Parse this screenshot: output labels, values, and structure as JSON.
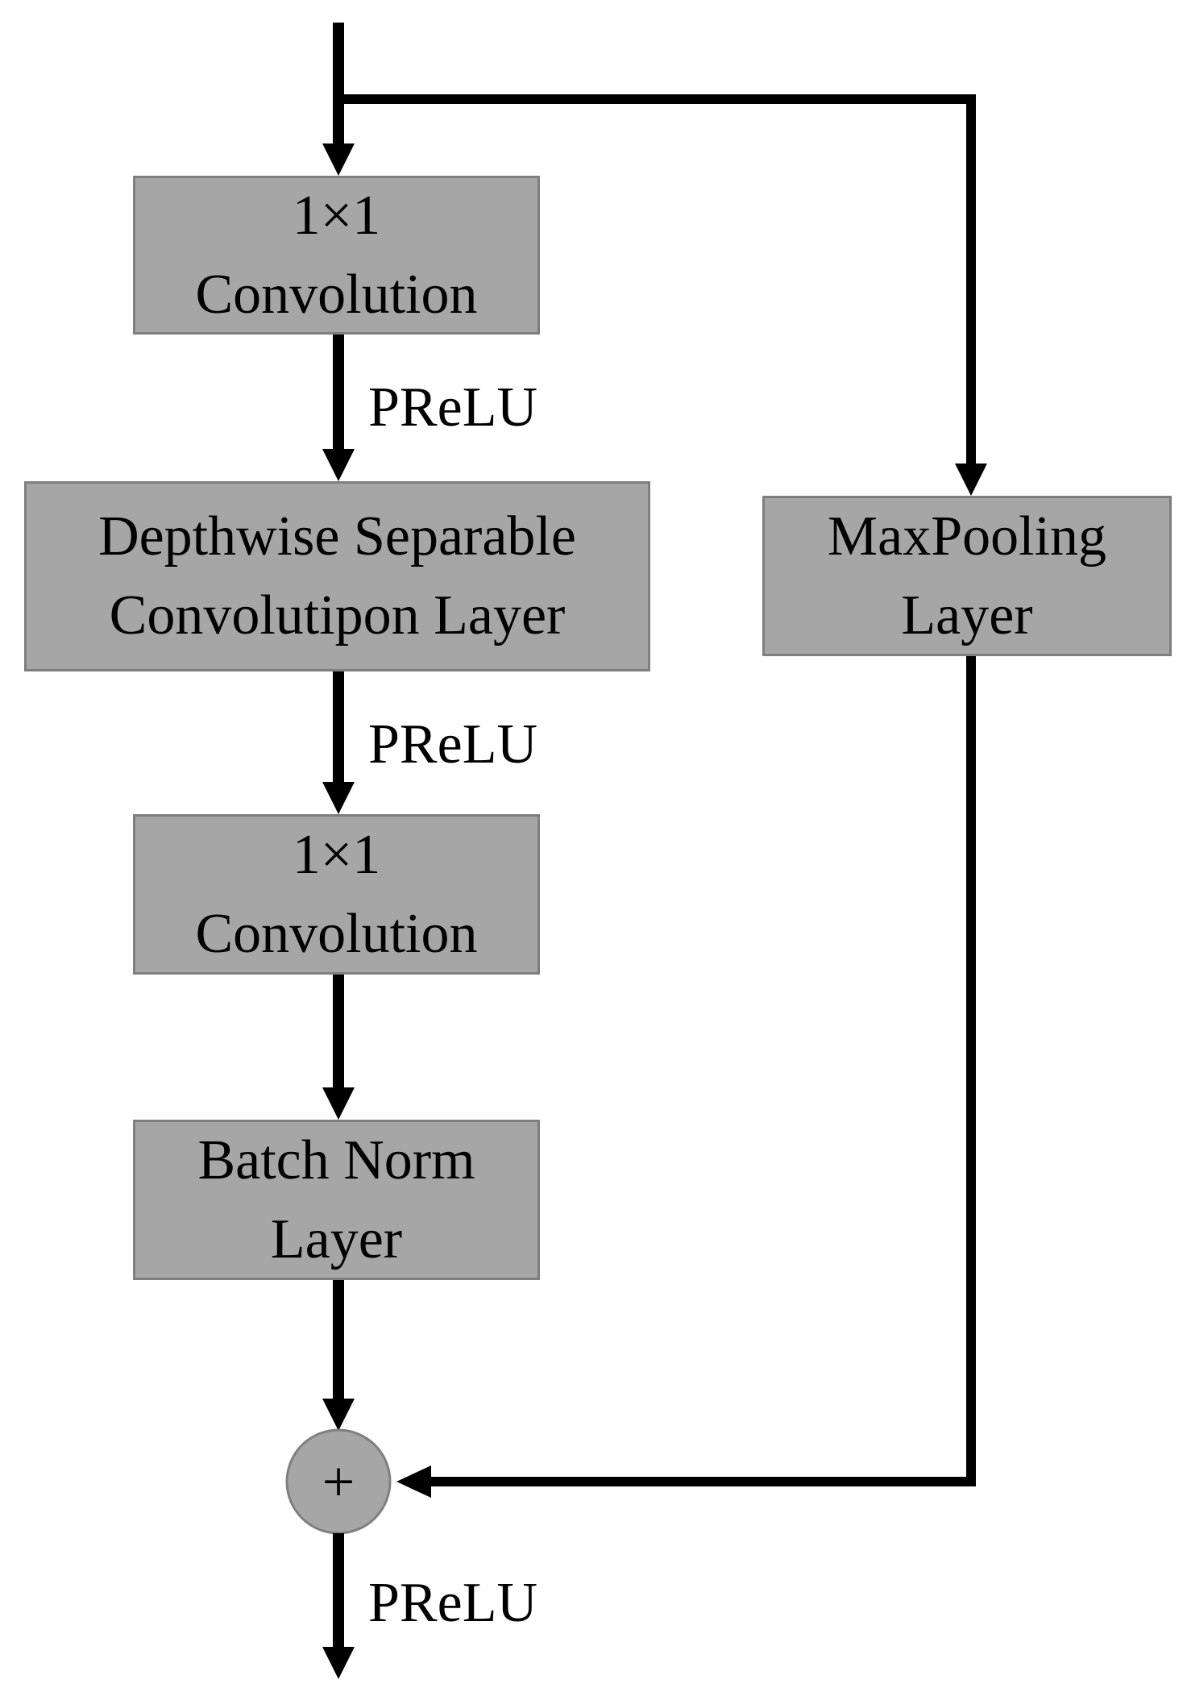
{
  "colors": {
    "box_fill": "#a6a6a6",
    "box_border": "#7f7f7f",
    "line": "#000000",
    "text": "#000000",
    "background": "#ffffff"
  },
  "nodes": {
    "conv1": {
      "line1": "1×1",
      "line2": "Convolution"
    },
    "dwsep": {
      "line1": "Depthwise Separable",
      "line2": "Convolutipon Layer"
    },
    "conv2": {
      "line1": "1×1",
      "line2": "Convolution"
    },
    "batchnorm": {
      "line1": "Batch Norm",
      "line2": "Layer"
    },
    "maxpool": {
      "line1": "MaxPooling",
      "line2": "Layer"
    },
    "add": {
      "symbol": "+"
    }
  },
  "edges": {
    "conv1_to_dwsep": "PReLU",
    "dwsep_to_conv2": "PReLU",
    "output": "PReLU"
  }
}
